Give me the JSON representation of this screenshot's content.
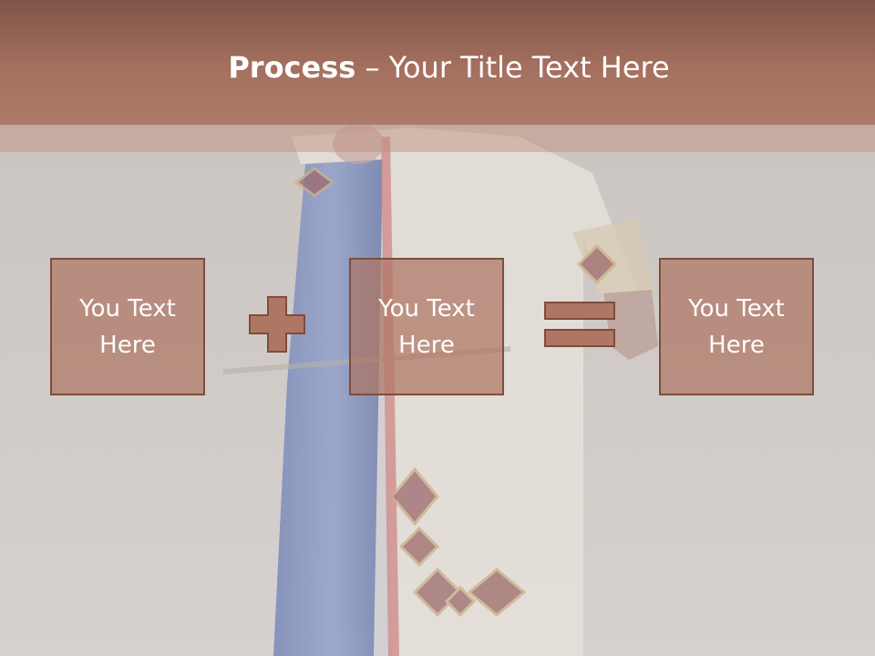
{
  "slide": {
    "title_bold": "Process",
    "title_separator": " – ",
    "title_rest": "Your Title Text Here"
  },
  "process": {
    "boxes": [
      {
        "line1": "You Text",
        "line2": "Here"
      },
      {
        "line1": "You Text",
        "line2": "Here"
      },
      {
        "line1": "You Text",
        "line2": "Here"
      }
    ],
    "operators": [
      "plus-icon",
      "equals-icon"
    ]
  },
  "colors": {
    "header": "#a5705f",
    "box_fill": "#af7664",
    "box_border": "#7e4d3e",
    "text": "#ffffff"
  }
}
